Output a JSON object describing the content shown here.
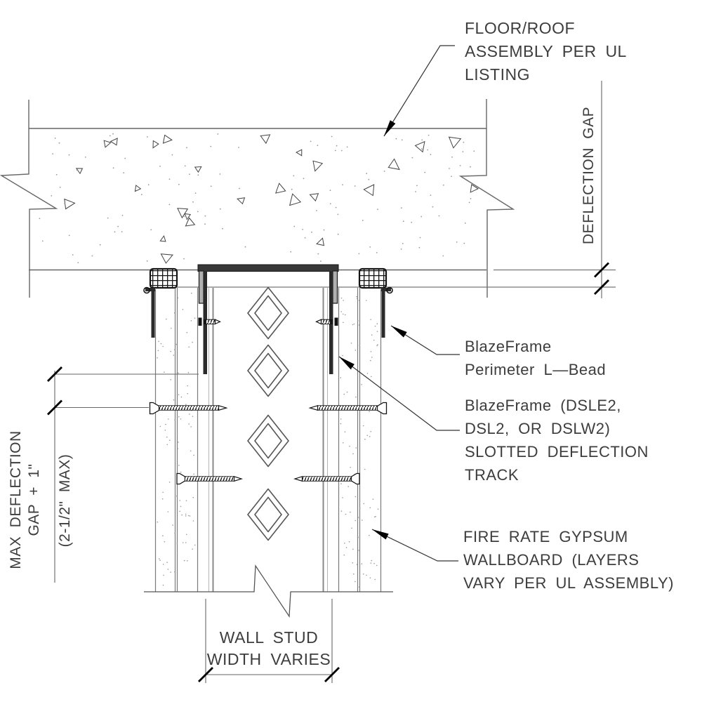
{
  "drawing": {
    "title": "BlazeFrame slotted deflection track head-of-wall detail",
    "labels": {
      "floor_roof": {
        "line1": "FLOOR/ROOF",
        "line2": "ASSEMBLY PER UL",
        "line3": "LISTING"
      },
      "deflection_gap": "DEFLECTION GAP",
      "l_bead": {
        "line1": "BlazeFrame",
        "line2": "Perimeter L—Bead"
      },
      "slotted_track": {
        "line1": "BlazeFrame (DSLE2,",
        "line2": "DSL2, OR DSLW2)",
        "line3": "SLOTTED DEFLECTION",
        "line4": "TRACK"
      },
      "gypsum": {
        "line1": "FIRE RATE GYPSUM",
        "line2": "WALLBOARD (LAYERS",
        "line3": "VARY PER UL ASSEMBLY)"
      },
      "max_deflection": {
        "line1": "MAX DEFLECTION",
        "line2": "GAP + 1\"",
        "line3": "(2-1/2\" MAX)"
      },
      "wall_stud": {
        "line1": "WALL STUD",
        "line2": "WIDTH VARIES"
      }
    },
    "colors": {
      "background": "#ffffff",
      "heavy_line": "#1c1c1c",
      "medium_line": "#4a4a4a",
      "light_line": "#8a8a8a",
      "text": "#3d3d3d"
    }
  }
}
